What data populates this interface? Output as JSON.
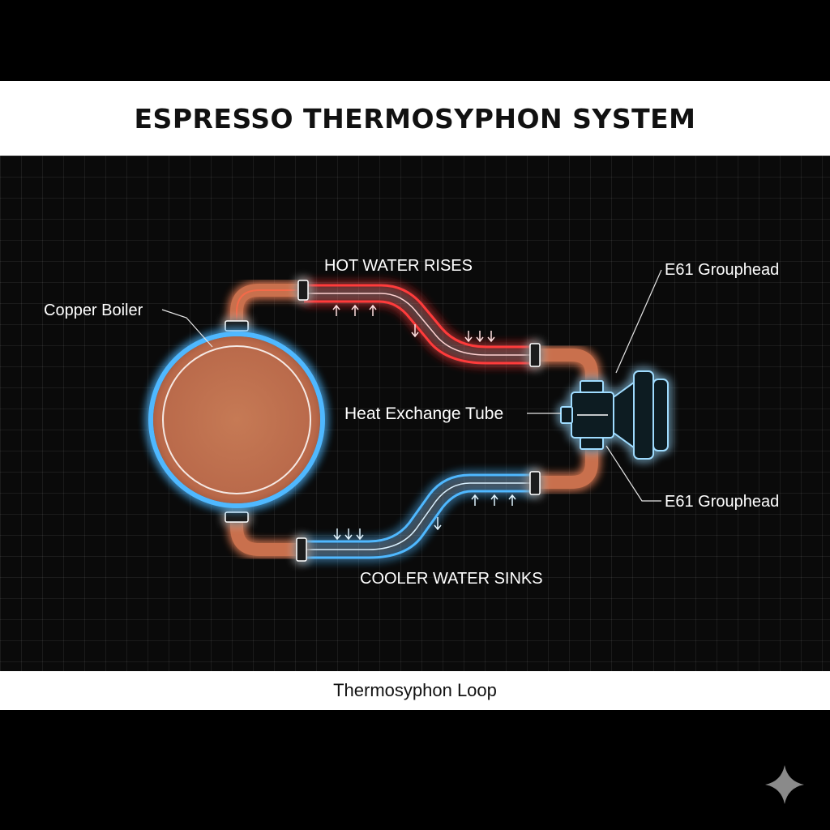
{
  "title": "ESPRESSO THERMOSYPHON SYSTEM",
  "caption": "Thermosyphon Loop",
  "labels": {
    "hot_flow": "HOT WATER RISES",
    "cool_flow": "COOLER WATER SINKS",
    "boiler": "Copper Boiler",
    "heat_exchange": "Heat Exchange Tube",
    "grouphead_top": "E61 Grouphead",
    "grouphead_bottom": "E61 Grouphead"
  },
  "colors": {
    "hot": "#ff3a3a",
    "cool": "#4fb8ff",
    "copper": "#c2704d",
    "pipe": "#c9704d"
  },
  "icons": {
    "watermark": "sparkle-icon"
  }
}
